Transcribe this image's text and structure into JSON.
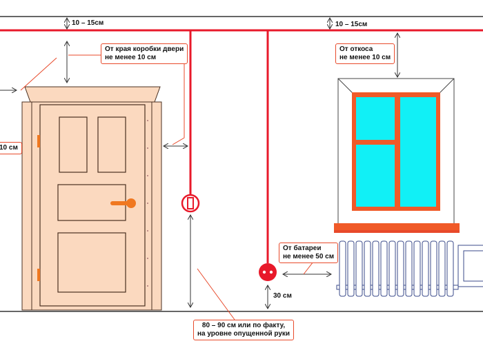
{
  "labels": {
    "ceiling_gap_left": "10 – 15см",
    "ceiling_gap_right": "10 – 15см",
    "door_frame_line1": "От края коробки двери",
    "door_frame_line2": "не менее 10 см",
    "left_partial": "10 см",
    "window_line1": "От откоса",
    "window_line2": "не менее 10 см",
    "radiator_line1": "От батареи",
    "radiator_line2": "не менее 50 см",
    "socket_height": "30 см",
    "switch_line1": "80 – 90 см или по факту,",
    "switch_line2": "на уровне опущенной руки"
  },
  "colors": {
    "wiring": "#e8192a",
    "door_fill": "#fbd9bf",
    "door_stroke": "#4a3020",
    "window_frame": "#f05a28",
    "glass": "#11f0f6",
    "radiator_stroke": "#3a4a8a",
    "callout_border": "#e8492a",
    "handle": "#f07820"
  },
  "icons": [
    "light-switch-icon",
    "power-socket-icon",
    "door-handle-icon"
  ]
}
